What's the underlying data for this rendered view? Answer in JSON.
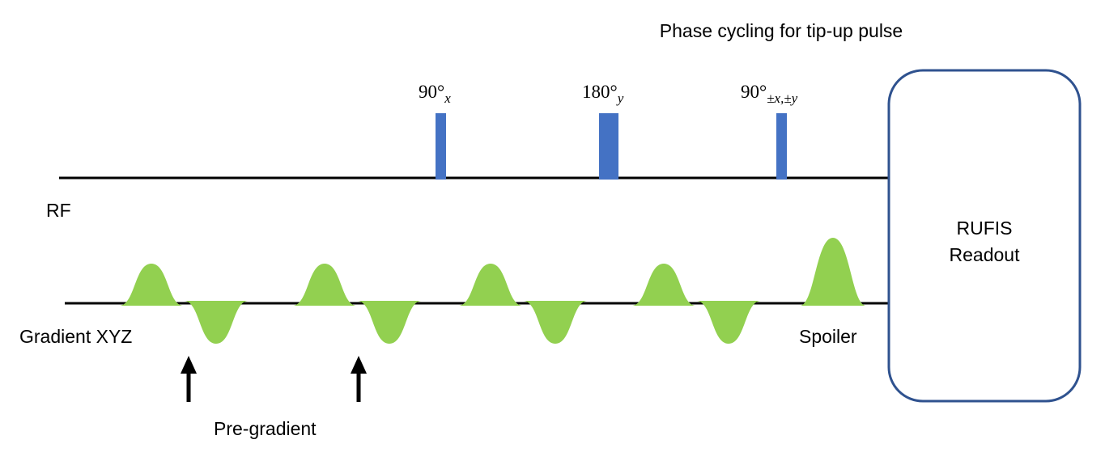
{
  "title": "Phase cycling for tip-up pulse",
  "rf_label": "RF",
  "gradient_label": "Gradient XYZ",
  "pulses": [
    {
      "base": "90°",
      "sub": "x"
    },
    {
      "base": "180°",
      "sub": "y"
    },
    {
      "base": "90°",
      "sub": "±x,±y"
    }
  ],
  "spoiler_label": "Spoiler",
  "pregradient_label": "Pre-gradient",
  "readout": {
    "line1": "RUFIS",
    "line2": "Readout"
  },
  "colors": {
    "pulse": "#4472C4",
    "lobe": "#92D050",
    "box": "#2F528F",
    "line": "#000000"
  }
}
